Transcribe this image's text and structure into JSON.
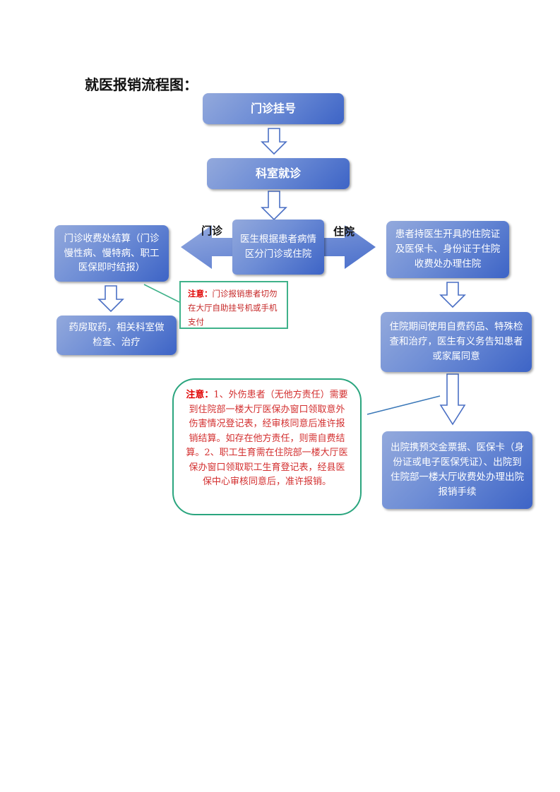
{
  "title": "就医报销流程图：",
  "nodes": {
    "registration": "门诊挂号",
    "consultation": "科室就诊",
    "decision": "医生根据患者病情区分门诊或住院",
    "outpatient_settle": "门诊收费处结算（门诊慢性病、慢特病、职工医保即时结报）",
    "pharmacy": "药房取药，相关科室做检查、治疗",
    "admission": "患者持医生开具的住院证及医保卡、身份证于住院收费处办理住院",
    "inpatient_care": "住院期间使用自费药品、特殊检查和治疗，医生有义务告知患者或家属同意",
    "discharge": "出院携预交金票据、医保卡（身份证或电子医保凭证）、出院到住院部一楼大厅收费处办理出院报销手续"
  },
  "branch_labels": {
    "left": "门诊",
    "right": "住院"
  },
  "notes": {
    "note1_prefix": "注意：",
    "note1_text": "门诊报销患者切勿在大厅自助挂号机或手机支付",
    "note2_prefix": "注意：",
    "note2_text": "1、外伤患者（无他方责任）需要到住院部一楼大厅医保办窗口领取意外伤害情况登记表，经审核同意后准许报销结算。如存在他方责任，则需自费结算。2、职工生育需在住院部一楼大厅医保办窗口领取职工生育登记表，经县医保中心审核同意后，准许报销。"
  },
  "colors": {
    "box_light": "#93a9dc",
    "box_dark": "#3d64c6",
    "arrow_stroke": "#4a6fc4",
    "note_border": "#3fb28a",
    "note_text": "#d32f2f"
  }
}
